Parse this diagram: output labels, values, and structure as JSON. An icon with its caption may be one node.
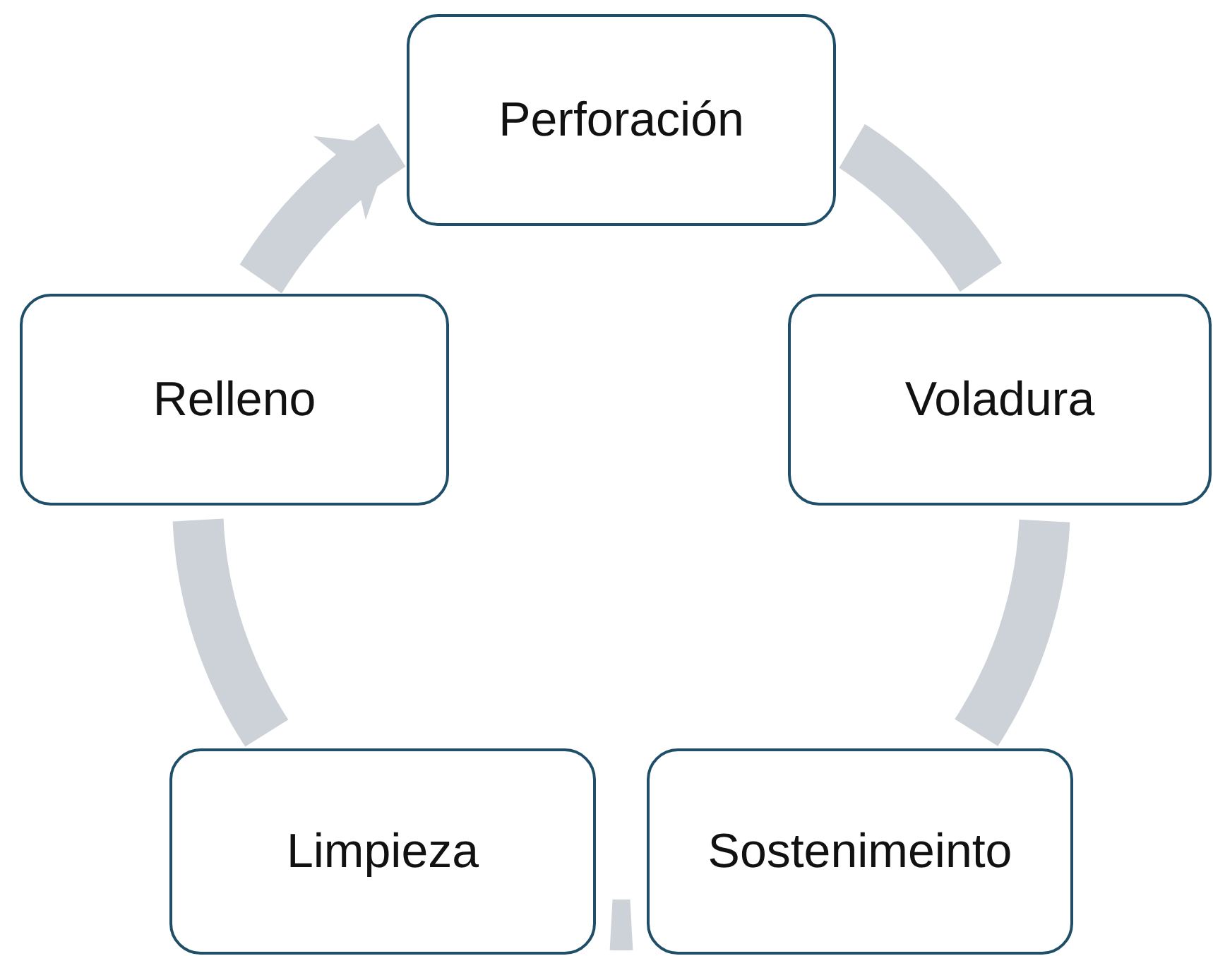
{
  "diagram": {
    "nodes": [
      {
        "text": [
          "Perforación"
        ]
      },
      {
        "text": [
          "Voladura"
        ]
      },
      {
        "text": [
          "Sostenimeinto"
        ]
      },
      {
        "text": [
          "Limpieza"
        ]
      },
      {
        "text": [
          "Relleno"
        ]
      }
    ],
    "edges": [
      {
        "from": 0,
        "to": 1,
        "arrow": "none"
      },
      {
        "from": 1,
        "to": 2,
        "arrow": "none"
      },
      {
        "from": 2,
        "to": 3,
        "arrow": "none"
      },
      {
        "from": 3,
        "to": 4,
        "arrow": "none"
      },
      {
        "from": 4,
        "to": 0,
        "arrow": "to"
      }
    ]
  }
}
